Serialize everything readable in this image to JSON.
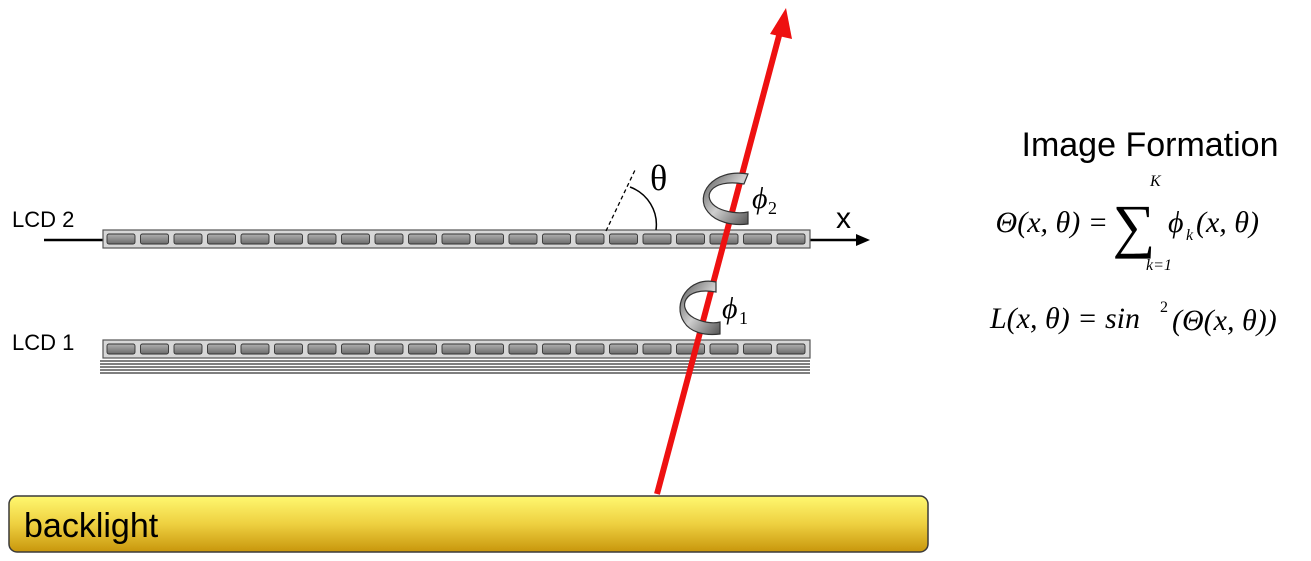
{
  "labels": {
    "lcd2": "LCD 2",
    "lcd1": "LCD 1",
    "x_axis": "x",
    "theta": "θ",
    "backlight": "backlight"
  },
  "phi2": {
    "symbol": "ϕ",
    "subscript": "2"
  },
  "phi1": {
    "symbol": "ϕ",
    "subscript": "1"
  },
  "panel": {
    "title": "Image Formation",
    "eq1": {
      "lhs": "Θ(x, θ) =",
      "sum_symbol": "∑",
      "upper": "K",
      "lower": "k=1",
      "term": "ϕ",
      "term_sub": "k",
      "term_args": "(x, θ)"
    },
    "eq2": {
      "lhs": "L(x, θ) = sin",
      "exponent": "2",
      "rhs": "(Θ(x, θ))"
    }
  },
  "colors": {
    "ray": "#ee1111",
    "backlight_top": "#fff870",
    "backlight_bottom": "#c8960c",
    "pixel": "#8a8a8a",
    "panel_fill": "#d7d7d7"
  }
}
